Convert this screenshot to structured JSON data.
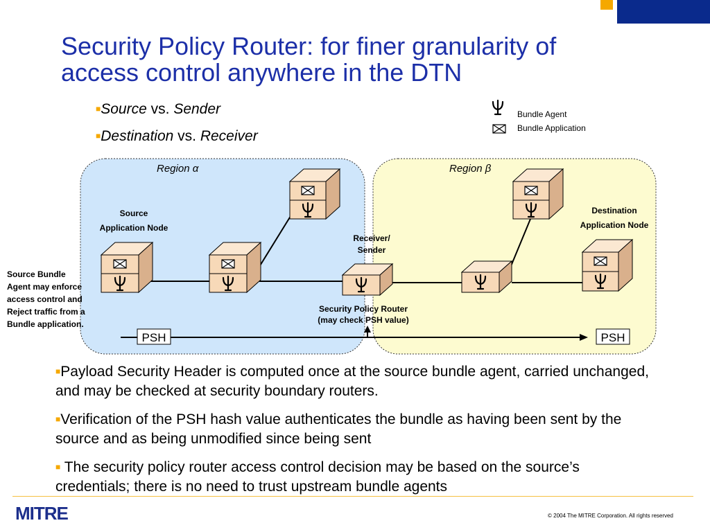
{
  "slide": {
    "title_line1": "Security Policy Router: for finer granularity of",
    "title_line2": "access control anywhere in the DTN",
    "sub1": {
      "italic1": "Source",
      "mid": " vs. ",
      "italic2": "Sender"
    },
    "sub2": {
      "italic1": "Destination",
      "mid": " vs. ",
      "italic2": "Receiver"
    }
  },
  "legend": {
    "agent_label": "Bundle Agent",
    "application_label": "Bundle Application"
  },
  "diagram": {
    "region_alpha": "Region α",
    "region_beta": "Region β",
    "source_label_line1": "Source",
    "source_label_line2": "Application Node",
    "destination_label_line1": "Destination",
    "destination_label_line2": "Application Node",
    "receiver_line1": "Receiver/",
    "receiver_line2": "Sender",
    "router_line1": "Security Policy Router",
    "router_line2": "(may check PSH value)",
    "source_agent_note": [
      "Source Bundle",
      "Agent  may enforce",
      "access control and",
      "Reject traffic from a",
      "Bundle application."
    ],
    "psh_left": "PSH",
    "psh_right": "PSH"
  },
  "bullets": [
    "Payload Security Header is computed once at the source bundle agent, carried unchanged, and may be checked at security boundary routers.",
    "Verification of the PSH hash value authenticates the bundle as having been sent by the source and as being unmodified since being sent",
    " The security policy router access control decision may be based on the source’s credentials; there is no need to trust upstream bundle agents"
  ],
  "footer": {
    "logo": "MITRE",
    "copyright": "© 2004 The MITRE Corporation. All rights reserved"
  },
  "colors": {
    "title": "#1c2fa8",
    "accent": "#f5a800",
    "region_alpha_fill": "#cfe6fb",
    "region_beta_fill": "#fdfbd0",
    "node_face": "#f7d9b8"
  },
  "icons": [
    "trident-icon",
    "envelope-icon"
  ]
}
